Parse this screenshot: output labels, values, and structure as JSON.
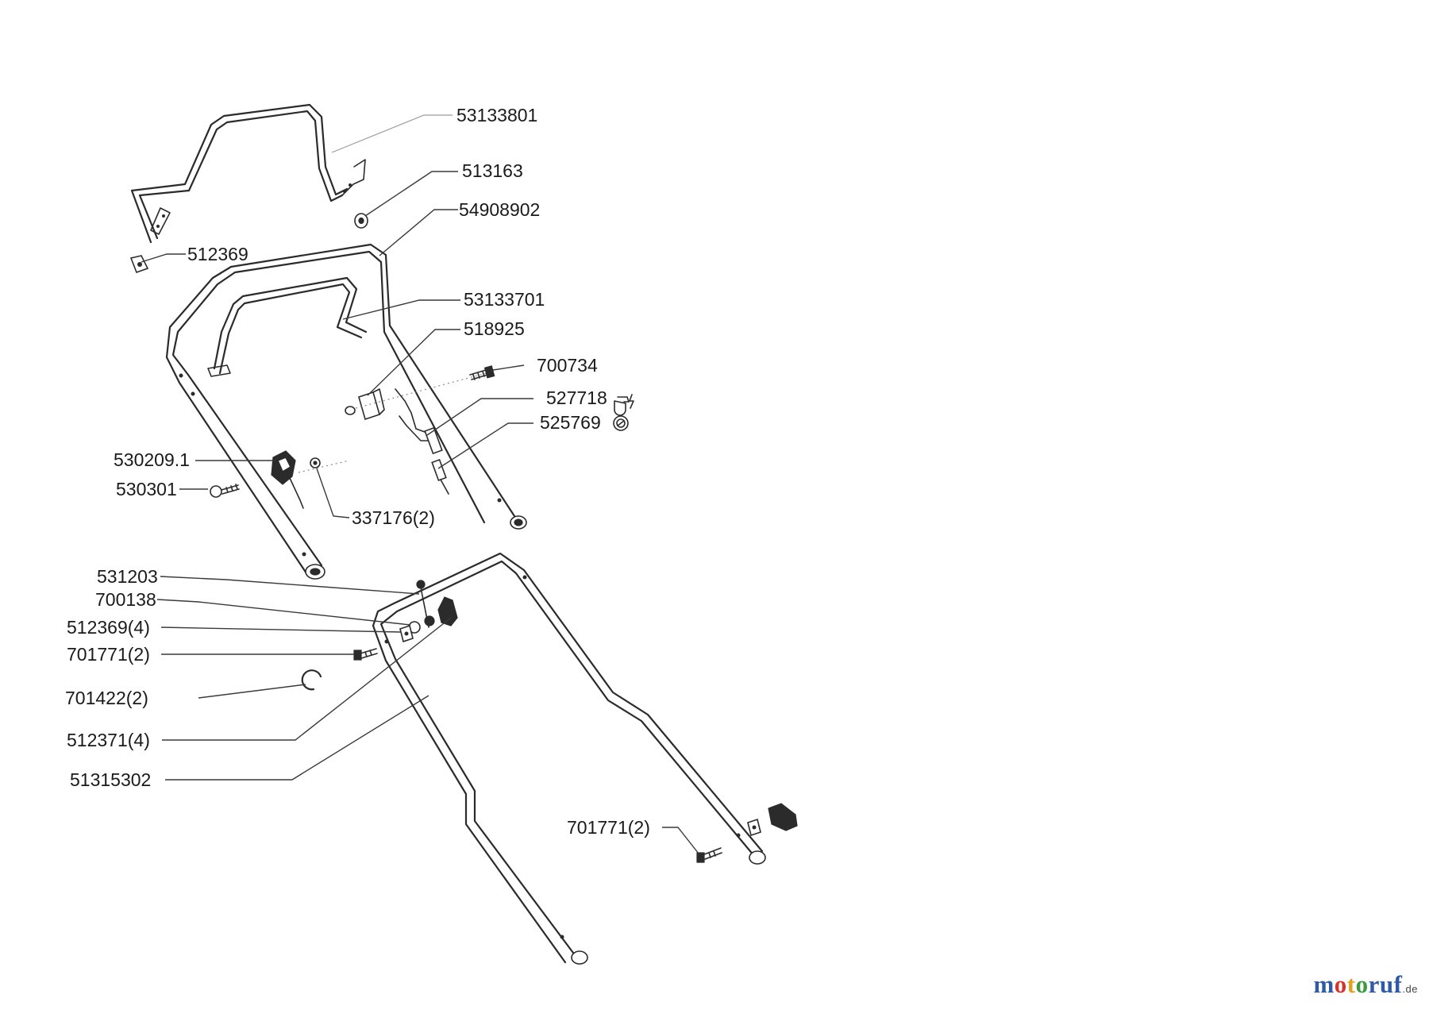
{
  "diagram": {
    "part_labels": [
      "53133801",
      "513163",
      "54908902",
      "512369",
      "53133701",
      "518925",
      "700734",
      "527718",
      "525769",
      "530209.1",
      "530301",
      "337176(2)",
      "531203",
      "700138",
      "512369(4)",
      "701771(2)",
      "701422(2)",
      "512371(4)",
      "51315302",
      "701771(2)"
    ],
    "symbols": {
      "527718": "engine-electric-start-icon",
      "525769": "self-propelled-drive-icon"
    }
  },
  "brand": {
    "m": "m",
    "o": "o",
    "t": "t",
    "o2": "o",
    "ruf": "ruf",
    "tld": ".de"
  }
}
